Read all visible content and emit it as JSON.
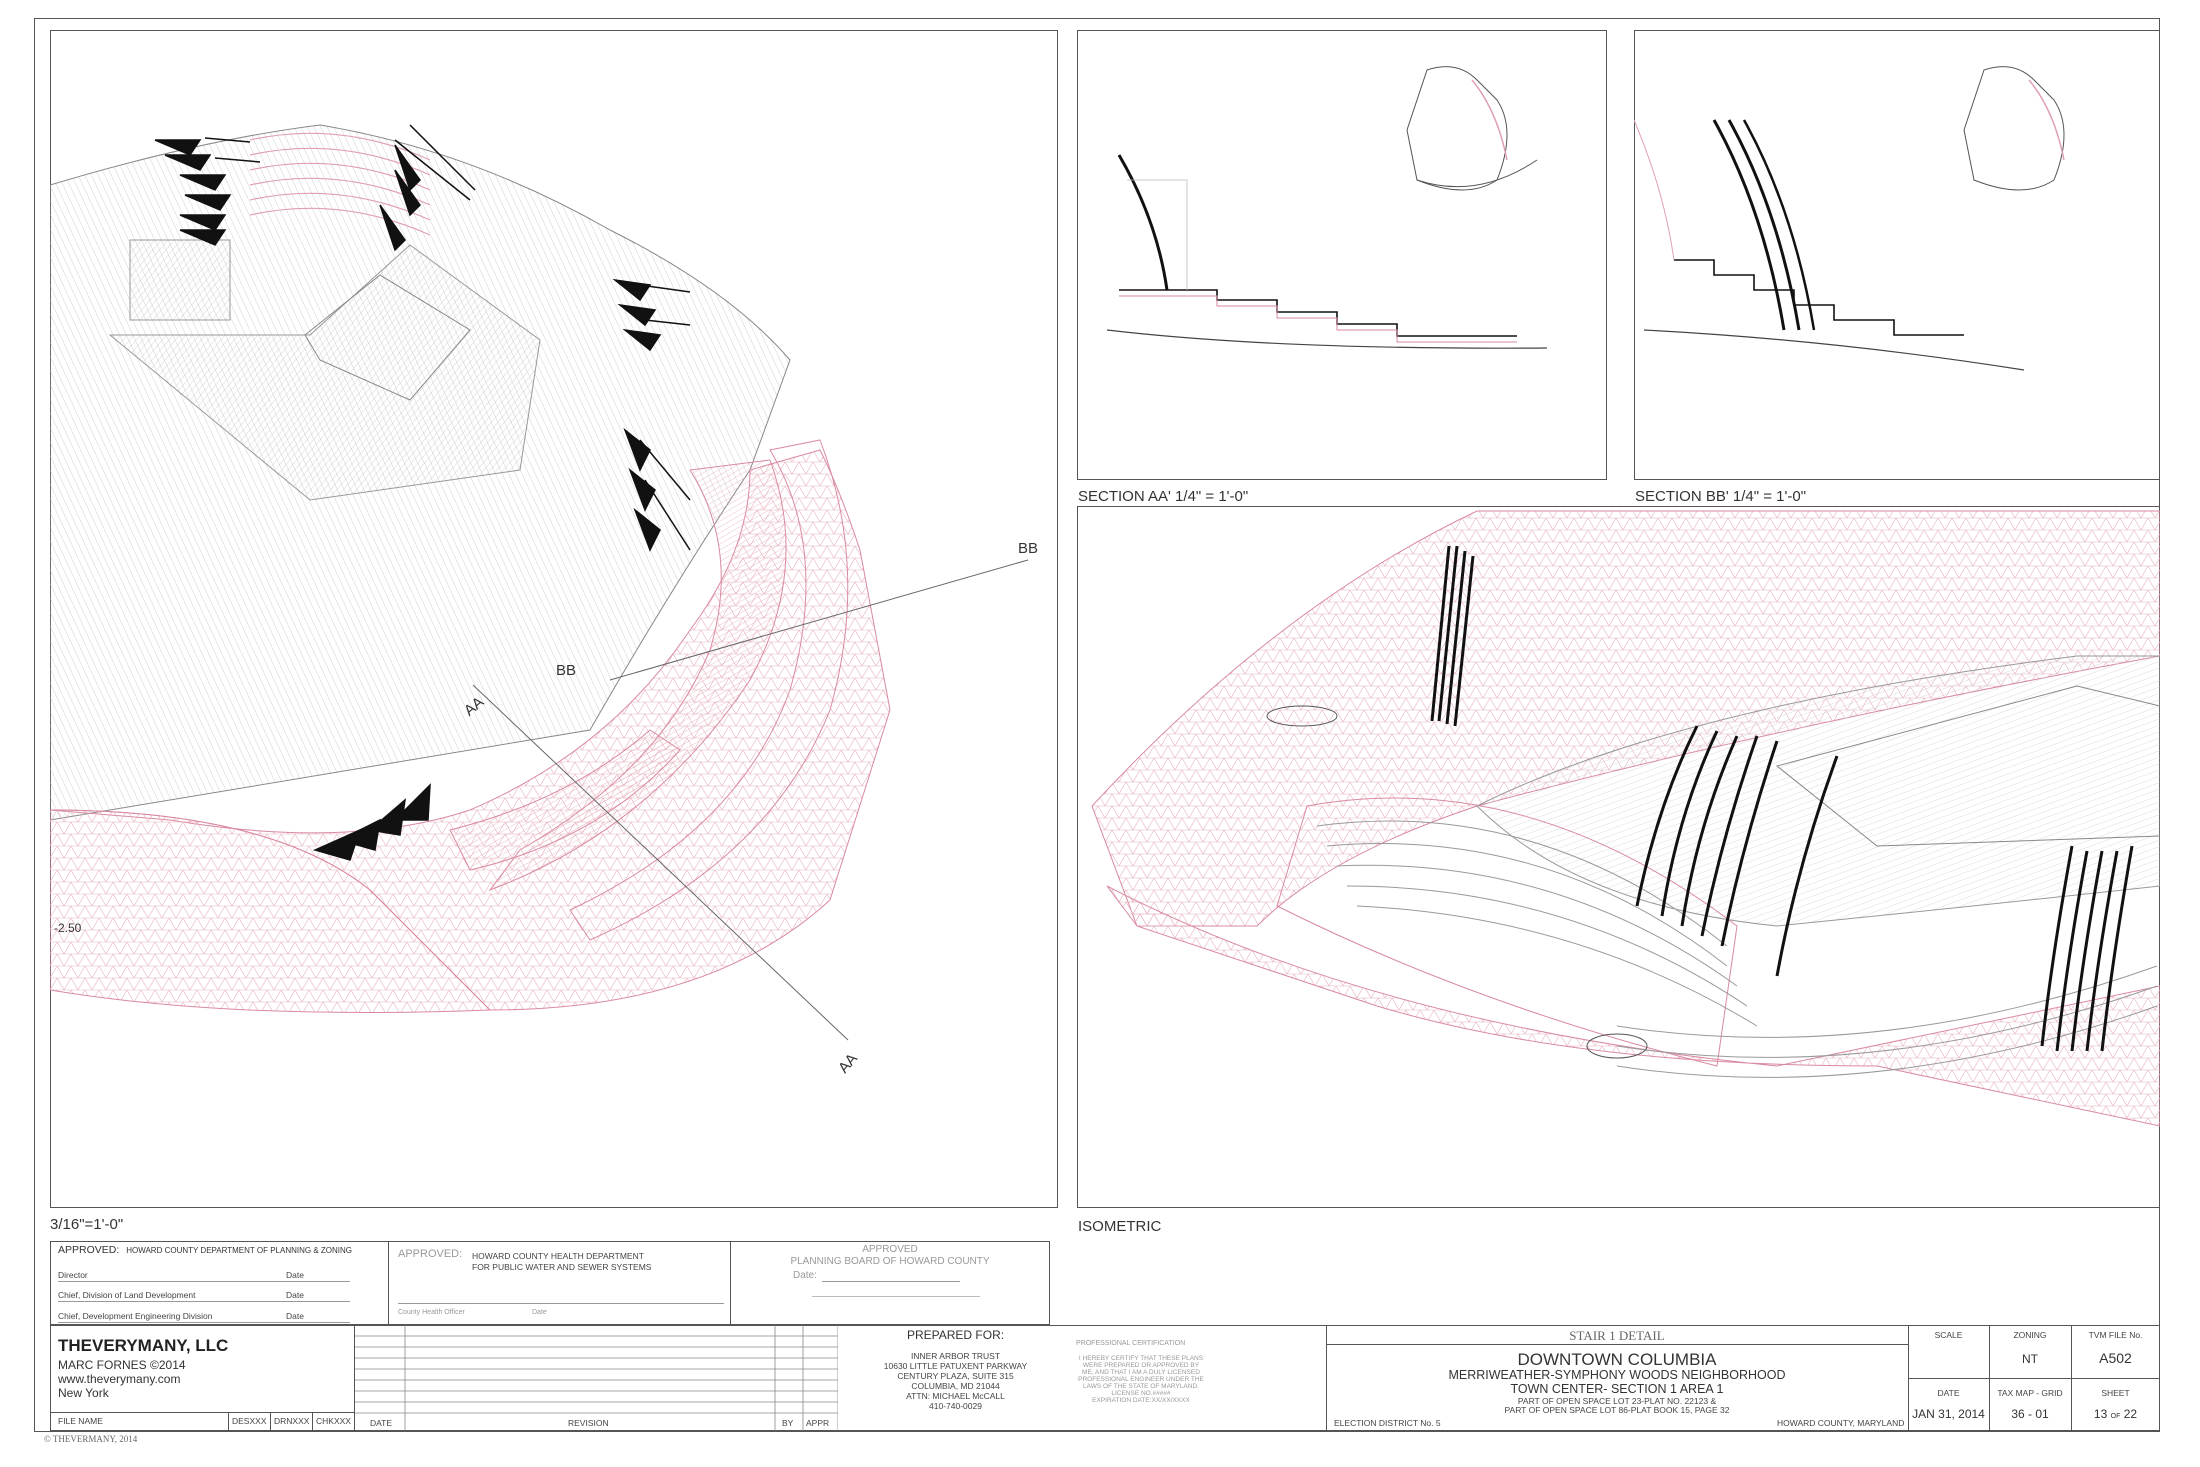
{
  "plan": {
    "scale_label": "3/16\"=1'-0\"",
    "elevation": "-2.50",
    "marker_bb": "BB",
    "marker_aa": "AA"
  },
  "sections": {
    "aa_label": "SECTION AA' 1/4\" = 1'-0\"",
    "bb_label": "SECTION BB' 1/4\" = 1'-0\""
  },
  "isometric": {
    "label": "ISOMETRIC"
  },
  "approvals": {
    "planning": {
      "approved": "APPROVED:",
      "dept": "HOWARD COUNTY DEPARTMENT OF PLANNING & ZONING",
      "rows": [
        {
          "role": "Director",
          "date": "Date"
        },
        {
          "role": "Chief, Division of Land Development",
          "date": "Date"
        },
        {
          "role": "Chief, Development Engineering Division",
          "date": "Date"
        }
      ]
    },
    "health": {
      "approved": "APPROVED:",
      "dept_line1": "HOWARD COUNTY HEALTH DEPARTMENT",
      "dept_line2": "FOR PUBLIC WATER AND SEWER SYSTEMS",
      "officer": "County Health Officer",
      "date": "Date"
    },
    "board": {
      "approved": "APPROVED",
      "line": "PLANNING BOARD OF HOWARD COUNTY",
      "date": "Date:"
    }
  },
  "firm": {
    "name": "THEVERYMANY, LLC",
    "line1": "MARC FORNES ©2014",
    "line2": "www.theverymany.com",
    "line3": "New York"
  },
  "revision_table": {
    "file_name": "FILE NAME",
    "des": "DESXXX",
    "drn": "DRNXXX",
    "chk": "CHKXXX",
    "date": "DATE",
    "revision": "REVISION",
    "by": "BY",
    "appr": "APPR"
  },
  "prepared_for": {
    "title": "PREPARED FOR:",
    "lines": [
      "INNER ARBOR TRUST",
      "10630 LITTLE PATUXENT PARKWAY",
      "CENTURY PLAZA, SUITE 315",
      "COLUMBIA, MD 21044",
      "ATTN: MICHAEL McCALL",
      "410-740-0029"
    ]
  },
  "certification": {
    "title": "PROFESSIONAL CERTIFICATION",
    "lines": [
      "I HEREBY CERTIFY THAT THESE PLANS",
      "WERE PREPARED OR APPROVED BY",
      "ME, AND THAT I AM A DULY LICENSED",
      "PROFESSIONAL ENGINEER UNDER THE",
      "LAWS OF THE STATE OF MARYLAND.",
      "LICENSE NO.#####",
      "EXPIRATION DATE:XX/XX/XXXX"
    ]
  },
  "title_block": {
    "sheet_title": "STAIR 1 DETAIL",
    "project": "DOWNTOWN COLUMBIA",
    "neighborhood": "MERRIWEATHER-SYMPHONY WOODS NEIGHBORHOOD",
    "section": "TOWN CENTER- SECTION 1 AREA 1",
    "lot_line1": "PART OF OPEN SPACE LOT 23-PLAT NO. 22123 &",
    "lot_line2": "PART OF OPEN SPACE LOT 86-PLAT BOOK 15, PAGE 32",
    "district": "ELECTION DISTRICT No. 5",
    "county": "HOWARD COUNTY, MARYLAND"
  },
  "sheet_info": {
    "scale_h": "SCALE",
    "zoning_h": "ZONING",
    "zoning": "NT",
    "file_h": "TVM FILE No.",
    "file": "A502",
    "date_h": "DATE",
    "date": "JAN 31, 2014",
    "tax_h": "TAX MAP - GRID",
    "tax": "36 - 01",
    "sheet_h": "SHEET",
    "sheet_no": "13",
    "of": "OF",
    "sheet_total": "22"
  },
  "copyright": "© THEVERMANY, 2014",
  "colors": {
    "linework": "#555555",
    "pink": "#e0a0b0",
    "ink": "#111111"
  }
}
